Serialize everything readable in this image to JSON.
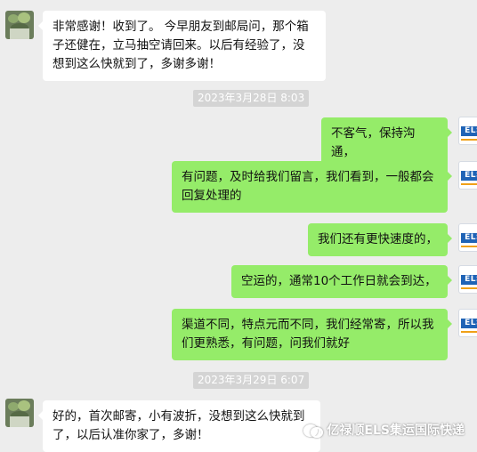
{
  "messages": [
    {
      "id": "m1",
      "side": "left",
      "text": "非常感谢！收到了。 今早朋友到邮局问，那个箱子还健在，立马抽空请回来。以后有经验了，没想到这么快就到了，多谢多谢！"
    },
    {
      "id": "t1",
      "type": "timestamp",
      "text": "2023年3月28日 8:03"
    },
    {
      "id": "m2",
      "side": "right",
      "text": "不客气，保持沟通，"
    },
    {
      "id": "m3",
      "side": "right",
      "text": "有问题，及时给我们留言，我们看到，一般都会回复处理的"
    },
    {
      "id": "m4",
      "side": "right",
      "text": "我们还有更快速度的，"
    },
    {
      "id": "m5",
      "side": "right",
      "text": "空运的，通常10个工作日就会到达，"
    },
    {
      "id": "m6",
      "side": "right",
      "text": "渠道不同，特点元而不同，我们经常寄，所以我们更熟悉，有问题，问我们就好"
    },
    {
      "id": "t2",
      "type": "timestamp",
      "text": "2023年3月29日 6:07"
    },
    {
      "id": "m7",
      "side": "left",
      "text": "好的，首次邮寄，小有波折，没想到这么快就到了，以后认准你家了，多谢！"
    }
  ],
  "m1": "非常感谢！收到了。 今早朋友到邮局问，那个箱子还健在，立马抽空请回来。以后有经验了，没想到这么快就到了，多谢多谢！",
  "t1": "2023年3月28日 8:03",
  "m2": "不客气，保持沟通，",
  "m3": "有问题，及时给我们留言，我们看到，一般都会回复处理的",
  "m4": "我们还有更快速度的，",
  "m5": "空运的，通常10个工作日就会到达，",
  "m6": "渠道不同，特点元而不同，我们经常寄，所以我们更熟悉，有问题，问我们就好",
  "t2": "2023年3月29日 6:07",
  "m7": "好的，首次邮寄，小有波折，没想到这么快就到了，以后认准你家了，多谢！",
  "agent_logo": "ELS",
  "watermark": "亿禄顺ELS集运国际快递",
  "icons": {
    "customer_avatar": "plant-photo-avatar",
    "agent_avatar": "els-logo-avatar",
    "watermark": "wechat-icon"
  },
  "colors": {
    "background": "#ededed",
    "incoming_bubble": "#ffffff",
    "outgoing_bubble": "#95ec69",
    "logo_blue": "#1f63b6"
  }
}
